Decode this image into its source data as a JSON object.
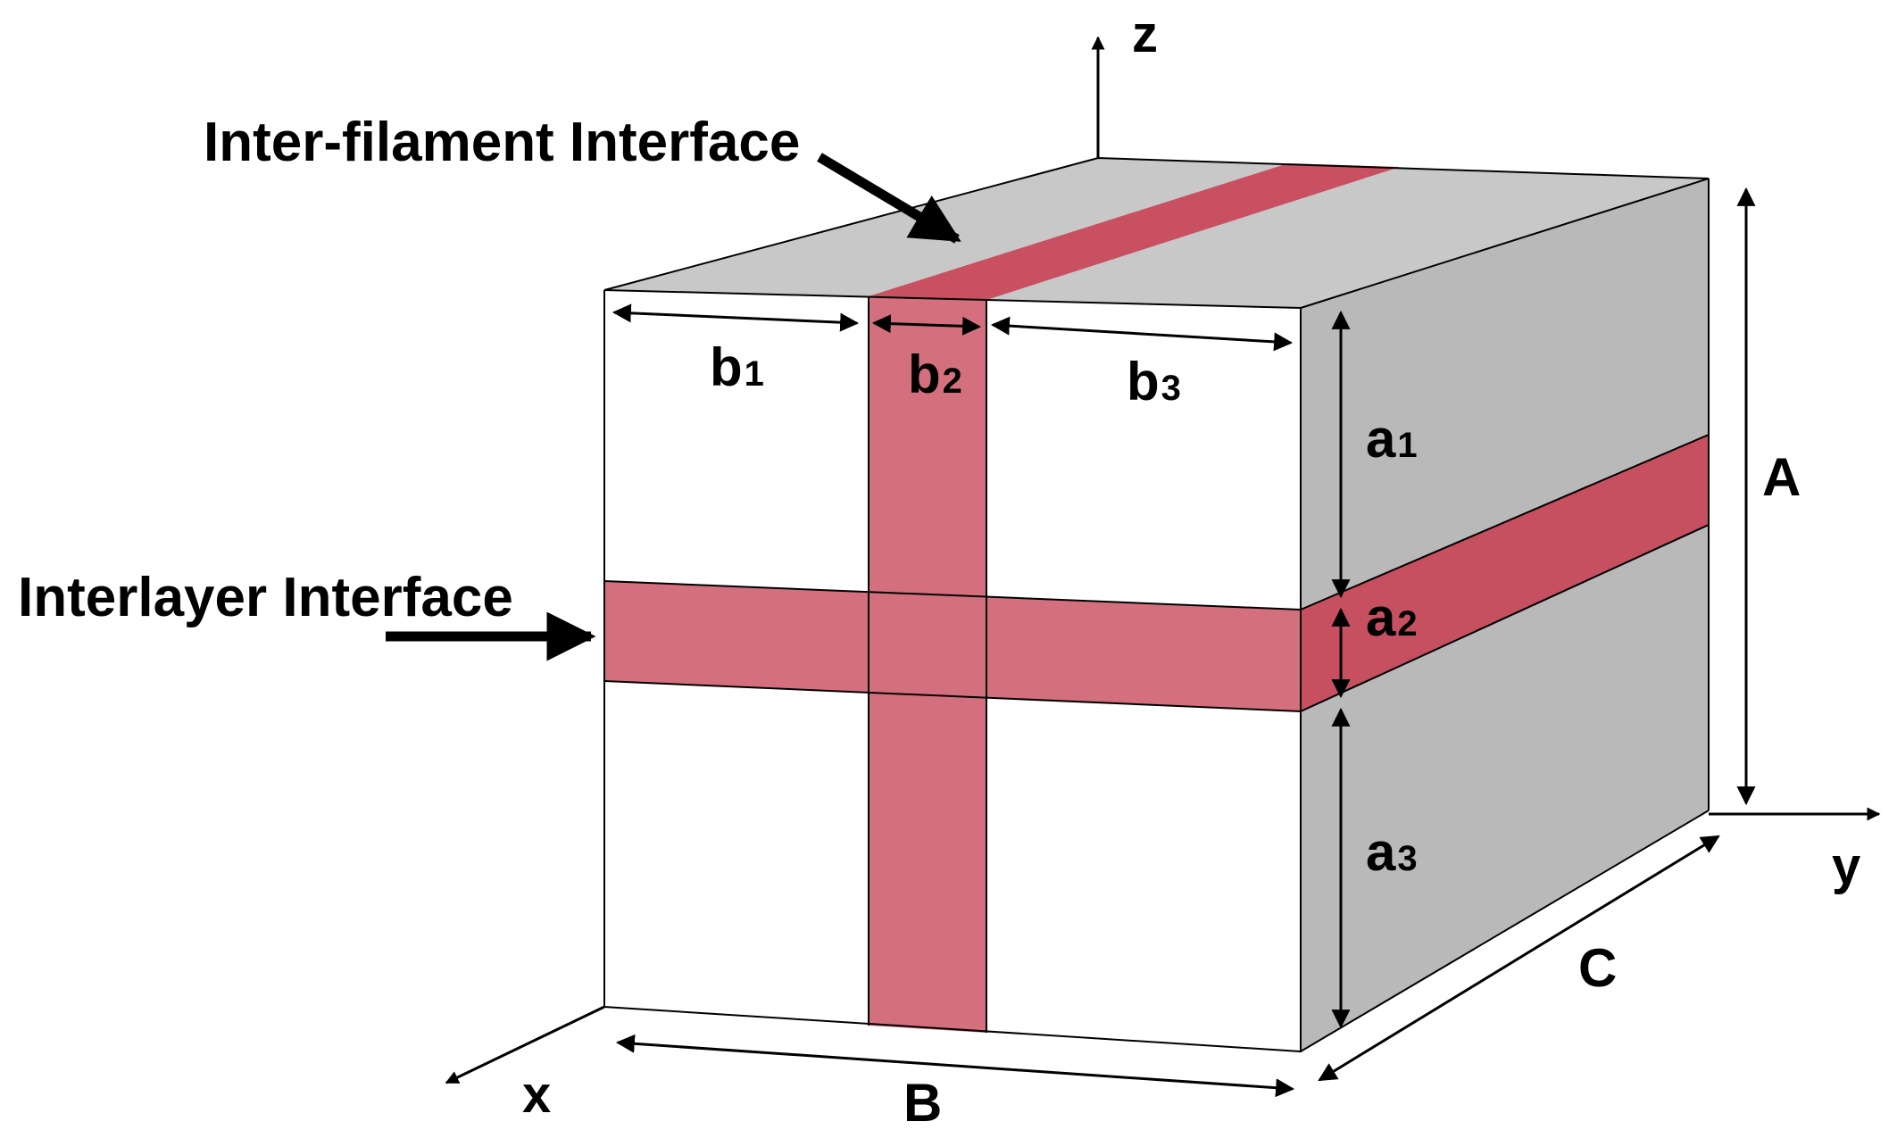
{
  "callouts": {
    "inter_filament": "Inter-filament Interface",
    "interlayer": "Interlayer Interface"
  },
  "axes": {
    "x": "x",
    "y": "y",
    "z": "z"
  },
  "dimensions": {
    "b1": {
      "base": "b",
      "sub": "1"
    },
    "b2": {
      "base": "b",
      "sub": "2"
    },
    "b3": {
      "base": "b",
      "sub": "3"
    },
    "a1": {
      "base": "a",
      "sub": "1"
    },
    "a2": {
      "base": "a",
      "sub": "2"
    },
    "a3": {
      "base": "a",
      "sub": "3"
    },
    "A": "A",
    "B": "B",
    "C": "C"
  },
  "colors": {
    "front_face": "#ffffff",
    "top_face": "#c8c8c8",
    "side_face": "#b9b9b9",
    "interface_front": "#d4707e",
    "interface_top": "#c95060",
    "interface_side": "#c64f60",
    "line": "#000000"
  }
}
